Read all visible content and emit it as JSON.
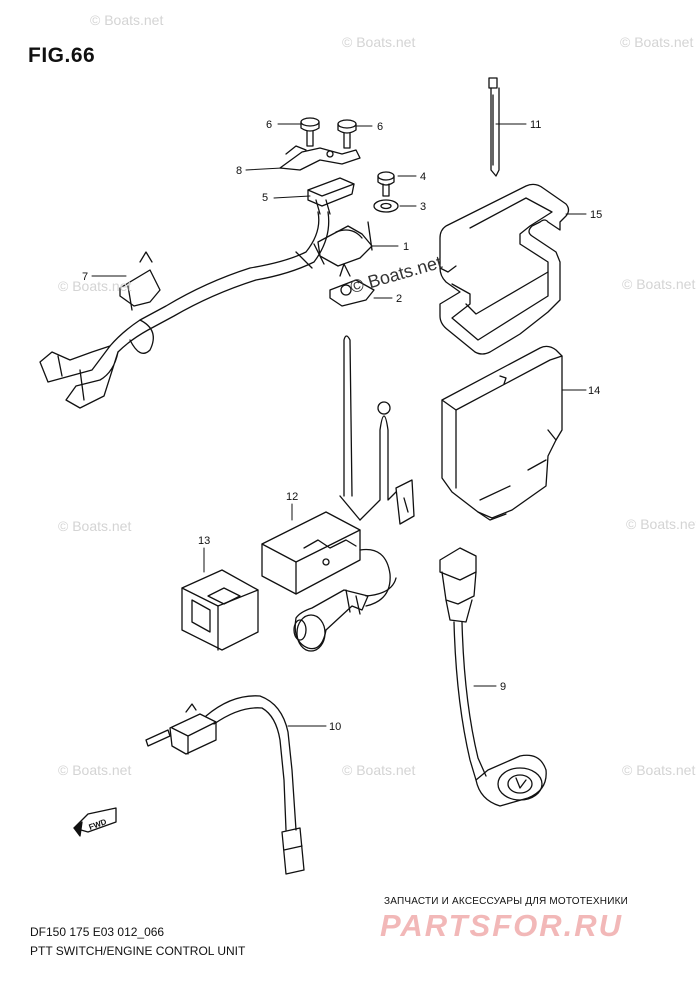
{
  "figure": {
    "title": "FIG.66",
    "code": "DF150 175 E03 012_066",
    "name": "PTT SWITCH/ENGINE CONTROL UNIT"
  },
  "watermark": "© Boats.net",
  "watermark_strong": "© Boats.net",
  "fwd_label": "FWD",
  "shop": {
    "line": "ЗАПЧАСТИ И АКСЕССУАРЫ ДЛЯ МОТОТЕХНИКИ",
    "brand": "PARTSFOR.RU",
    "brand_color": "#f2b8b8"
  },
  "callouts": [
    "1",
    "2",
    "3",
    "4",
    "5",
    "6",
    "6",
    "7",
    "8",
    "9",
    "10",
    "11",
    "12",
    "13",
    "14",
    "15"
  ]
}
